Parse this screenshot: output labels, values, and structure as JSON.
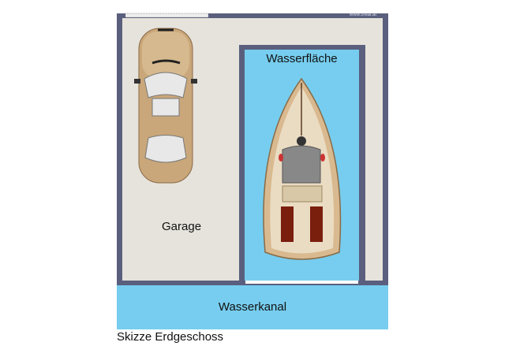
{
  "watermark": "www.sreal.at",
  "rooms": {
    "garage": "Garage",
    "water_area": "Wasserfläche",
    "canal": "Wasserkanal"
  },
  "caption": "Skizze Erdgeschoss",
  "colors": {
    "wall": "#5a5f7e",
    "floor": "#e6e3dc",
    "water": "#76cdef",
    "car": "#c9a77a",
    "boat": "#d9b98f"
  }
}
